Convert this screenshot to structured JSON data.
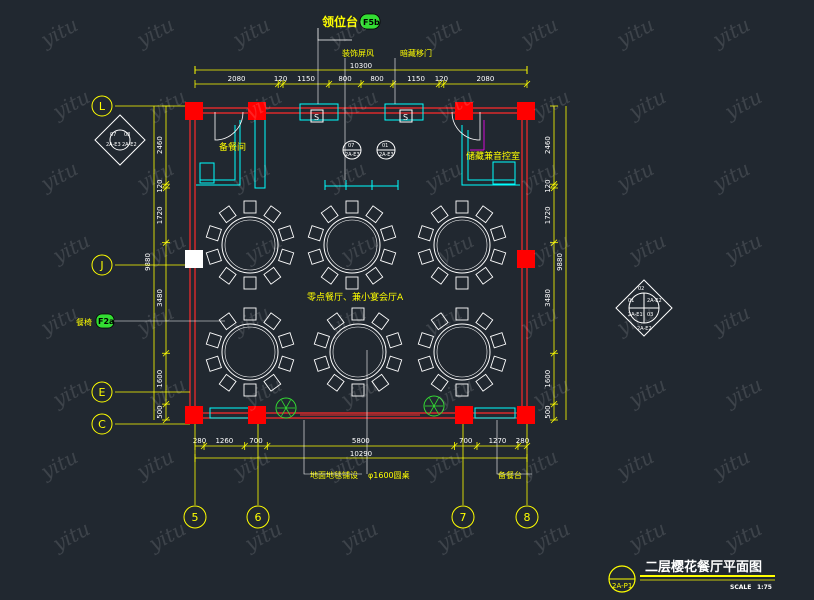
{
  "drawing": {
    "title": "二层樱花餐厅平面图",
    "scale_label": "SCALE",
    "scale": "1:75",
    "drawing_number": "2A-P1"
  },
  "labels": {
    "reception": "领位台",
    "reception_tag": "F5b",
    "screen_wall": "装饰屏风",
    "hidden_door": "暗藏移门",
    "prep_room": "备餐间",
    "storage_room": "储藏兼音控室",
    "main_hall": "零点餐厅、兼小宴会厅A",
    "chair_note": "餐椅",
    "chair_tag": "F2a",
    "floor_note": "地面地毯铺设",
    "table_note": "φ1600圆桌",
    "service_note": "备餐台"
  },
  "dims_top": {
    "overall": "10300",
    "segments": [
      "2080",
      "120",
      "1150",
      "800",
      "800",
      "1150",
      "120",
      "2080"
    ]
  },
  "dims_bottom": {
    "overall": "10290",
    "segments": [
      "280",
      "1260",
      "700",
      "5800",
      "700",
      "1270",
      "280"
    ]
  },
  "dims_left": {
    "overall": "9880",
    "segments": [
      "2460",
      "120",
      "1720",
      "3480",
      "1600",
      "500"
    ]
  },
  "dims_right": {
    "overall": "9880",
    "segments": [
      "2460",
      "120",
      "1720",
      "3480",
      "1600",
      "500"
    ]
  },
  "grid_rows": [
    "L",
    "J",
    "E",
    "C"
  ],
  "grid_cols": [
    "5",
    "6",
    "7",
    "8"
  ],
  "section_tags": {
    "left": [
      "07",
      "08",
      "2A-E3",
      "2A-E2"
    ],
    "center_a": [
      "07",
      "2A-E3"
    ],
    "center_b": [
      "01",
      "2A-E3"
    ],
    "right": [
      "02",
      "01",
      "2A-E1",
      "2A-E2",
      "03",
      "2A-E2"
    ],
    "door_a": "S",
    "door_b": "S"
  },
  "watermark": "yitu",
  "colors": {
    "background": "#212830",
    "grid_line": "#ffff00",
    "wall": "#ff2a2a",
    "column": "#ff0000",
    "furniture": "#ffffff",
    "detail": "#00ffff",
    "tag_fill": "#33dd33",
    "accent": "#ff00ff"
  }
}
